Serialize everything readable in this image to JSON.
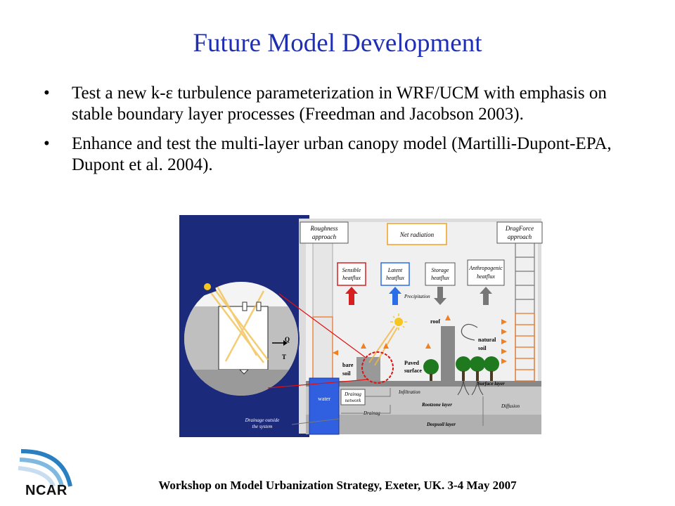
{
  "slide": {
    "title": "Future Model Development",
    "bullets": [
      "Test a new k-ε turbulence parameterization in WRF/UCM with emphasis on stable boundary layer processes (Freedman and Jacobson 2003).",
      "Enhance and test the multi-layer urban canopy model (Martilli-Dupont-EPA, Dupont et al. 2004)."
    ],
    "footer": "Workshop on Model Urbanization Strategy, Exeter, UK. 3-4 May 2007",
    "logo_text": "NCAR"
  },
  "diagram": {
    "roughness": [
      "Roughness",
      "approach"
    ],
    "net_radiation": "Net radiation",
    "dragforce": [
      "DragForce",
      "approach"
    ],
    "sensible": [
      "Sensible",
      "heatflux"
    ],
    "latent": [
      "Latent",
      "heatflux"
    ],
    "storage": [
      "Storage",
      "heatflux"
    ],
    "anthropogenic": [
      "Anthropogenic",
      "heatflux"
    ],
    "precipitation": "Precipitation",
    "roof": "roof",
    "natural_soil": [
      "natural",
      "soil"
    ],
    "bare_soil": [
      "bare",
      "soil"
    ],
    "paved_surface": [
      "Paved",
      "surface"
    ],
    "surface_layer": "Surface layer",
    "water": "water",
    "drainage_network": [
      "Drainag",
      "network"
    ],
    "infiltration": "Infiltration",
    "rootzone": "Rootzone layer",
    "diffusion": "Diffusion",
    "drainage": "Drainag",
    "drainage_outside": [
      "Drainage outside",
      "the system"
    ],
    "deepsoil": "Deepsoil layer",
    "q_label": "Q",
    "t_label": "T"
  },
  "colors": {
    "title": "#1f2fb3",
    "navy": "#1c2a7c",
    "sensible": "#d62020",
    "latent": "#2a6ee8",
    "orange": "#f08020",
    "water": "#3060e0"
  }
}
